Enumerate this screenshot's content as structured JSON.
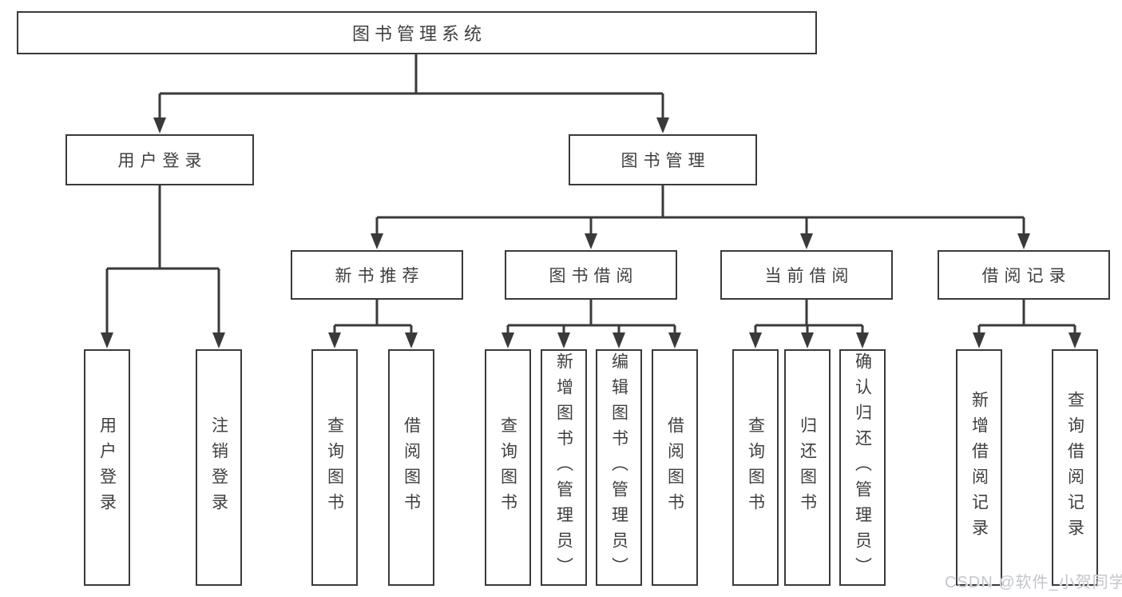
{
  "diagram": {
    "root": {
      "label": "图书管理系统"
    },
    "level1": [
      {
        "label": "用户登录"
      },
      {
        "label": "图书管理"
      }
    ],
    "level2": [
      {
        "label": "新书推荐"
      },
      {
        "label": "图书借阅"
      },
      {
        "label": "当前借阅"
      },
      {
        "label": "借阅记录"
      }
    ],
    "level3": {
      "user_login": [
        {
          "label": "用户登录"
        },
        {
          "label": "注销登录"
        }
      ],
      "new_book_recommend": [
        {
          "label": "查询图书"
        },
        {
          "label": "借阅图书"
        }
      ],
      "book_borrow": [
        {
          "label": "查询图书"
        },
        {
          "label": "新增图书（管理员）"
        },
        {
          "label": "编辑图书（管理员）"
        },
        {
          "label": "借阅图书"
        }
      ],
      "current_borrow": [
        {
          "label": "查询图书"
        },
        {
          "label": "归还图书"
        },
        {
          "label": "确认归还（管理员）"
        }
      ],
      "borrow_record": [
        {
          "label": "新增借阅记录"
        },
        {
          "label": "查询借阅记录"
        }
      ]
    }
  },
  "watermark": {
    "text": "CSDN @软件_小贺同学"
  },
  "colors": {
    "line": "#3a3a3a",
    "text": "#3f3f3f",
    "watermark": "#c3c6cd",
    "background": "#ffffff"
  }
}
